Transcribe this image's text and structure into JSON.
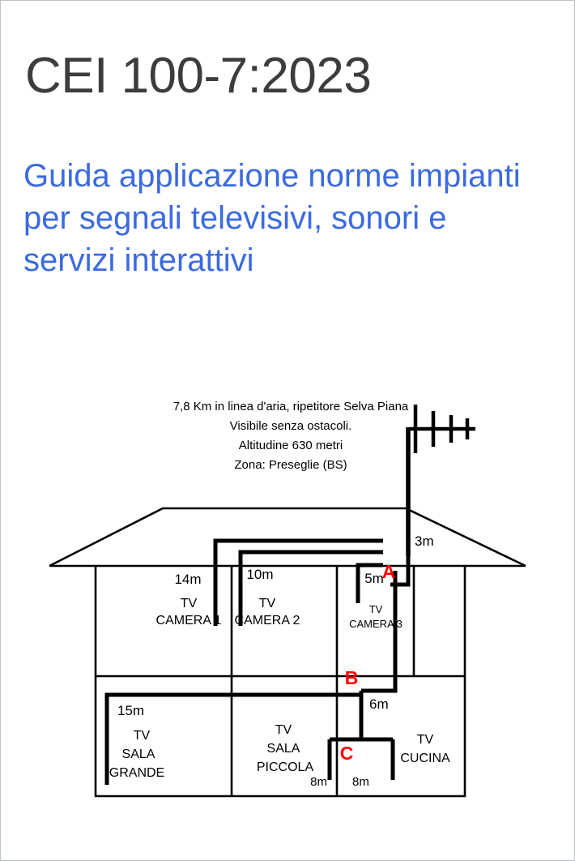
{
  "document": {
    "title": "CEI 100-7:2023",
    "subtitle": "Guida applicazione norme impianti per segnali televisivi, sonori e servizi interattivi",
    "title_color": "#3c3c3c",
    "subtitle_color": "#3b6ae1"
  },
  "diagram": {
    "notes": [
      "7,8 Km in linea d'aria, ripetitore Selva Piana",
      "Visibile senza ostacoli.",
      "Altitudine 630 metri",
      "Zona: Preseglie (BS)"
    ],
    "node_color": "#ff0000",
    "nodes": [
      {
        "id": "A",
        "label": "A"
      },
      {
        "id": "B",
        "label": "B"
      },
      {
        "id": "C",
        "label": "C"
      }
    ],
    "antenna": {
      "name": "yagi-antenna",
      "drop_length": "3m"
    },
    "upper_floor": [
      {
        "length": "14m",
        "line1": "TV",
        "line2": "CAMERA 1"
      },
      {
        "length": "10m",
        "line1": "TV",
        "line2": "CAMERA 2"
      },
      {
        "length": "5m",
        "line1": "TV",
        "line2": "CAMERA 3"
      }
    ],
    "lower_floor": [
      {
        "length": "15m",
        "line1": "TV",
        "line2": "SALA",
        "line3": "GRANDE"
      },
      {
        "length": "8m",
        "line1": "TV",
        "line2": "SALA",
        "line3": "PICCOLA"
      },
      {
        "length": "8m",
        "line1": "TV",
        "line2": "CUCINA",
        "line3": ""
      }
    ],
    "riser": {
      "length": "6m"
    }
  }
}
